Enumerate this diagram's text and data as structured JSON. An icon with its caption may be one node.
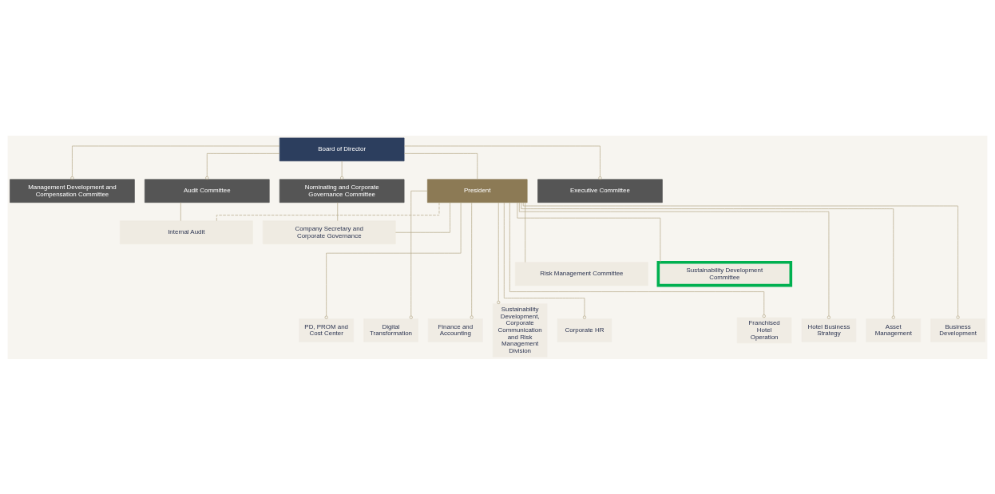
{
  "diagram": {
    "nodes": [
      {
        "text": [
          "Board of Director"
        ]
      },
      {
        "text": [
          "Management Development and Compensation Committee"
        ]
      },
      {
        "text": [
          "Audit Committee"
        ]
      },
      {
        "text": [
          "Executive Committee"
        ]
      },
      {
        "text": [
          "Nominating and Corporate Governance Committee"
        ]
      },
      {
        "text": [
          "President"
        ]
      },
      {
        "text": [
          "Internal Audit"
        ]
      },
      {
        "text": [
          "Company Secretary and Corporate Governance"
        ]
      },
      {
        "text": [
          "Risk Management Committee"
        ]
      },
      {
        "text": [
          "Sustainability Development Committee"
        ]
      },
      {
        "text": [
          "Franchised Hotel Operation"
        ]
      },
      {
        "text": [
          "Hotel Business Strategy"
        ]
      },
      {
        "text": [
          "Asset Management"
        ]
      },
      {
        "text": [
          "Business Development"
        ]
      },
      {
        "text": [
          "PD, PROM and Cost Center"
        ]
      },
      {
        "text": [
          "Digital Transformation"
        ]
      },
      {
        "text": [
          "Finance and Accounting"
        ]
      },
      {
        "text": [
          "Sustainability Development, Corporate Communication and Risk Management Division"
        ]
      },
      {
        "text": [
          "Corporate HR"
        ]
      }
    ],
    "edges": [
      {
        "from": 0,
        "to": 1,
        "arrow": "other"
      },
      {
        "from": 0,
        "to": 2,
        "arrow": "other"
      },
      {
        "from": 0,
        "to": 3,
        "arrow": "other"
      },
      {
        "from": 0,
        "to": 4,
        "arrow": "other"
      },
      {
        "from": 0,
        "to": 5,
        "arrow": "none"
      },
      {
        "from": 2,
        "to": 6,
        "arrow": "none"
      },
      {
        "from": 4,
        "to": 7,
        "arrow": "none"
      },
      {
        "from": 5,
        "to": 6,
        "arrow": "none",
        "style": "dashed"
      },
      {
        "from": 5,
        "to": 7,
        "arrow": "none"
      },
      {
        "from": 5,
        "to": 8,
        "arrow": "none"
      },
      {
        "from": 5,
        "to": 9,
        "arrow": "none"
      },
      {
        "from": 5,
        "to": 10,
        "arrow": "other"
      },
      {
        "from": 5,
        "to": 11,
        "arrow": "other"
      },
      {
        "from": 5,
        "to": 12,
        "arrow": "other"
      },
      {
        "from": 5,
        "to": 13,
        "arrow": "other"
      },
      {
        "from": 5,
        "to": 14,
        "arrow": "other"
      },
      {
        "from": 5,
        "to": 15,
        "arrow": "other"
      },
      {
        "from": 5,
        "to": 16,
        "arrow": "other"
      },
      {
        "from": 5,
        "to": 17,
        "arrow": "other"
      },
      {
        "from": 5,
        "to": 18,
        "arrow": "other"
      }
    ]
  }
}
